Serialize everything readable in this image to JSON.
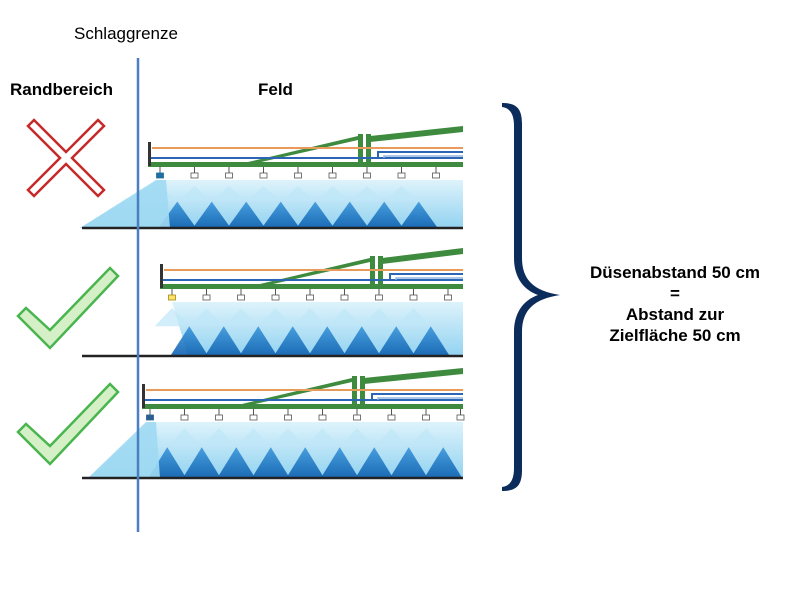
{
  "labels": {
    "boundary": "Schlaggrenze",
    "edge_area": "Randbereich",
    "field": "Feld"
  },
  "note": {
    "line1": "Düsenabstand 50 cm",
    "line2": "=",
    "line3": "Abstand zur",
    "line4": "Zielfläche 50 cm"
  },
  "colors": {
    "boundary_line": "#4a7fc1",
    "brace": "#0c2c5b",
    "cross": "#c42a2a",
    "check_fill": "#d5f0c6",
    "check_stroke": "#49b54e",
    "boom_green": "#3e8a3e",
    "pipe_orange": "#e79a5a",
    "pipe_blue": "#2a66b5",
    "spray_light": "#aee0f5",
    "spray_dark": "#1f79c8",
    "ground": "#222222"
  },
  "rows": [
    {
      "status": "cross-icon",
      "edge_nozzle": "tilted"
    },
    {
      "status": "check-icon",
      "edge_nozzle": "standard"
    },
    {
      "status": "check-icon",
      "edge_nozzle": "edge"
    }
  ]
}
